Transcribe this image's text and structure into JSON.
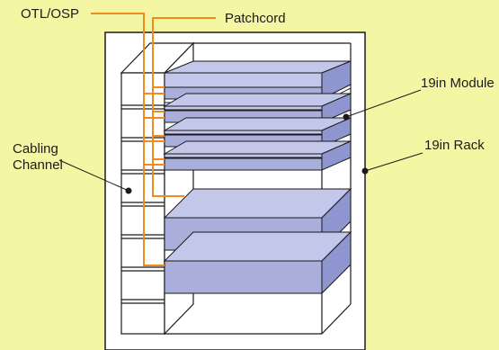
{
  "labels": {
    "otl_osp": "OTL/OSP",
    "patchcord": "Patchcord",
    "module": "19in Module",
    "rack": "19in Rack",
    "cabling_line1": "Cabling",
    "cabling_line2": "Channel"
  },
  "colors": {
    "background": "#f4f6a4",
    "rack_fill": "#ffffff",
    "module_top": "#c3c7ea",
    "module_front": "#a9aedb",
    "module_side": "#8f95cf",
    "line": "#1a1a1a",
    "cable": "#f08c1e"
  }
}
